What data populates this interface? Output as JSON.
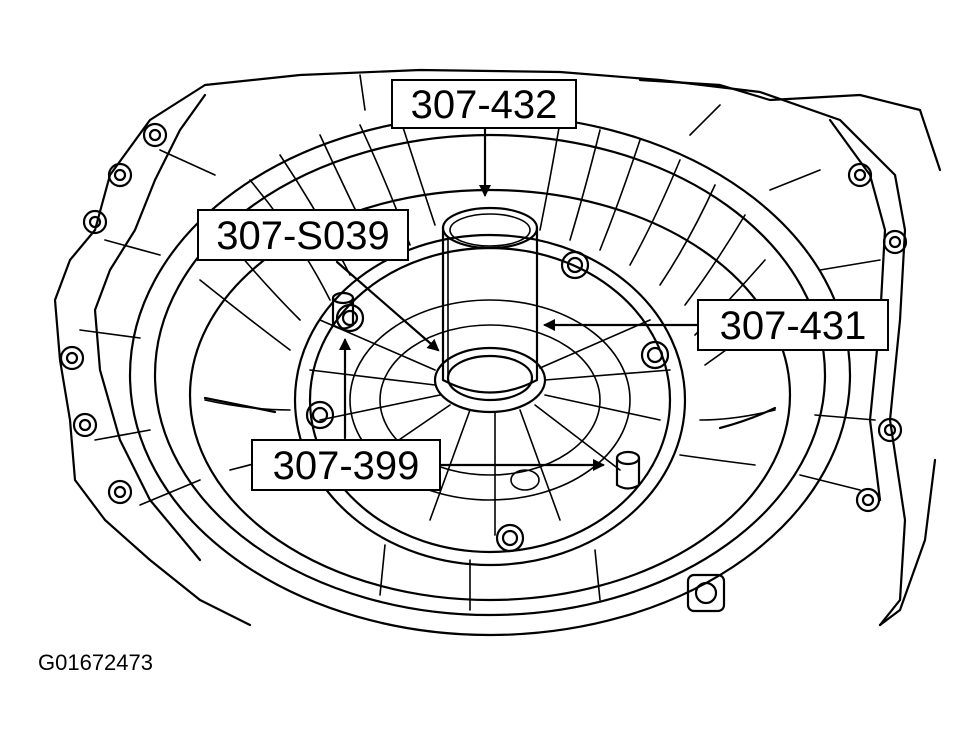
{
  "figure": {
    "id_label": "G01672473",
    "callouts": [
      {
        "key": "tool_top",
        "text": "307-432"
      },
      {
        "key": "tool_left",
        "text": "307-S039"
      },
      {
        "key": "tool_right",
        "text": "307-431"
      },
      {
        "key": "tool_bottom",
        "text": "307-399"
      }
    ]
  },
  "colors": {
    "line": "#000000",
    "background": "#ffffff"
  }
}
